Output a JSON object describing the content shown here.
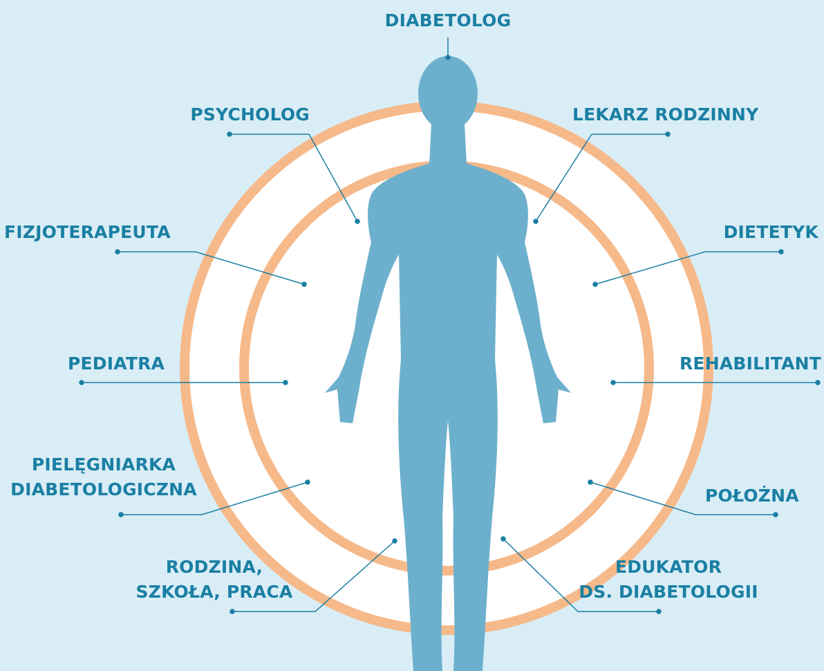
{
  "colors": {
    "background": "#d9edf6",
    "ring": "#f6b98a",
    "inner_fill": "#ffffff",
    "figure": "#6cb0cd",
    "label_text": "#1a7fa3",
    "leader": "#1a7fa3"
  },
  "center_icon": "human-figure-silhouette",
  "labels": {
    "diabetolog": "DIABETOLOG",
    "psycholog": "PSYCHOLOG",
    "lekarz_rodzinny": "LEKARZ RODZINNY",
    "fizjoterapeuta": "FIZJOTERAPEUTA",
    "dietetyk": "DIETETYK",
    "pediatra": "PEDIATRA",
    "rehabilitant": "REHABILITANT",
    "pielegniarka_1": "PIELĘGNIARKA",
    "pielegniarka_2": "DIABETOLOGICZNA",
    "polozna": "POŁOŻNA",
    "rodzina_1": "RODZINA,",
    "rodzina_2": "SZKOŁA, PRACA",
    "edukator_1": "EDUKATOR",
    "edukator_2": "DS. DIABETOLOGII"
  }
}
